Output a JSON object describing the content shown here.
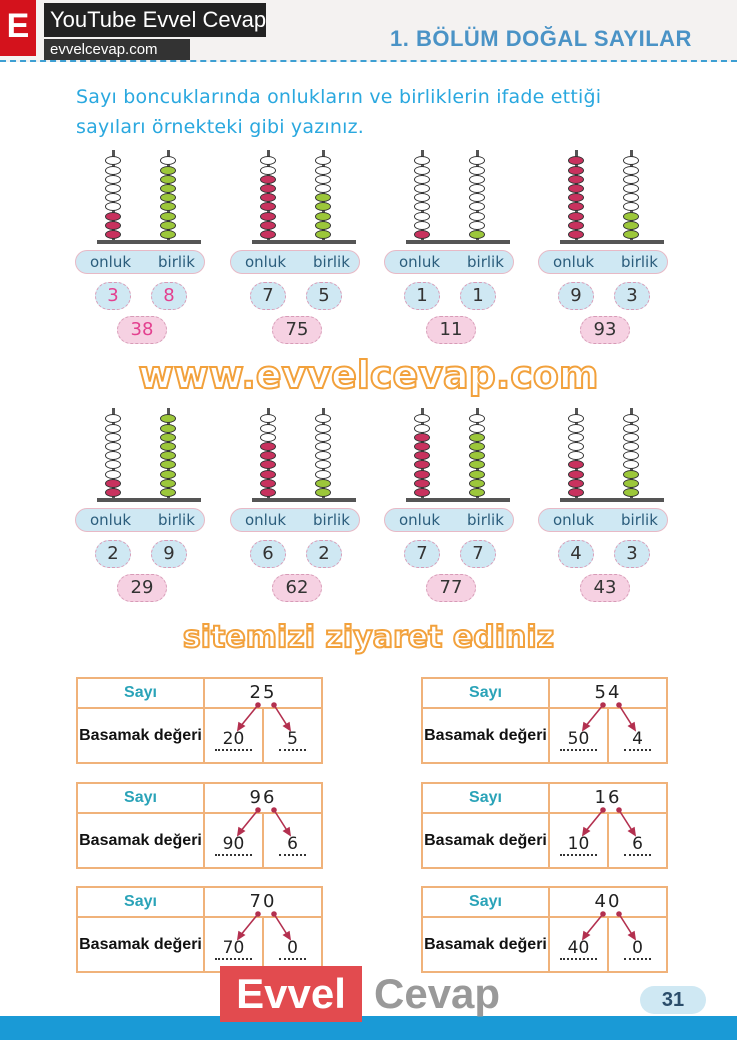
{
  "header": {
    "brand_letter": "E",
    "youtube": "YouTube Evvel Cevap",
    "site": "evvelcevap.com",
    "chapter": "1. BÖLÜM DOĞAL SAYILAR"
  },
  "instruction": "Sayı boncuklarında onlukların ve birliklerin ifade ettiği sayıları örnekteki gibi yazınız.",
  "labels": {
    "tens": "onluk",
    "ones": "birlik"
  },
  "colors": {
    "tens_bead": "#c8325e",
    "ones_bead": "#9cc73a",
    "empty_bead": "#ffffff"
  },
  "abacus": [
    {
      "tens": "3",
      "ones": "8",
      "total": "38",
      "example": true
    },
    {
      "tens": "7",
      "ones": "5",
      "total": "75"
    },
    {
      "tens": "1",
      "ones": "1",
      "total": "11"
    },
    {
      "tens": "9",
      "ones": "3",
      "total": "93"
    },
    {
      "tens": "2",
      "ones": "9",
      "total": "29"
    },
    {
      "tens": "6",
      "ones": "2",
      "total": "62"
    },
    {
      "tens": "7",
      "ones": "7",
      "total": "77"
    },
    {
      "tens": "4",
      "ones": "3",
      "total": "43"
    }
  ],
  "table_labels": {
    "number": "Sayı",
    "place_value": "Basamak değeri"
  },
  "tables": [
    {
      "number": "25",
      "tens_value": "20",
      "ones_value": "5"
    },
    {
      "number": "54",
      "tens_value": "50",
      "ones_value": "4"
    },
    {
      "number": "96",
      "tens_value": "90",
      "ones_value": "6"
    },
    {
      "number": "16",
      "tens_value": "10",
      "ones_value": "6"
    },
    {
      "number": "70",
      "tens_value": "70",
      "ones_value": "0"
    },
    {
      "number": "40",
      "tens_value": "40",
      "ones_value": "0"
    }
  ],
  "watermark": {
    "main": "www.evvelcevap.com",
    "sub": "sitemizi ziyaret ediniz"
  },
  "footer": {
    "logo_a": "Evvel",
    "logo_b": "Cevap",
    "page": "31"
  }
}
